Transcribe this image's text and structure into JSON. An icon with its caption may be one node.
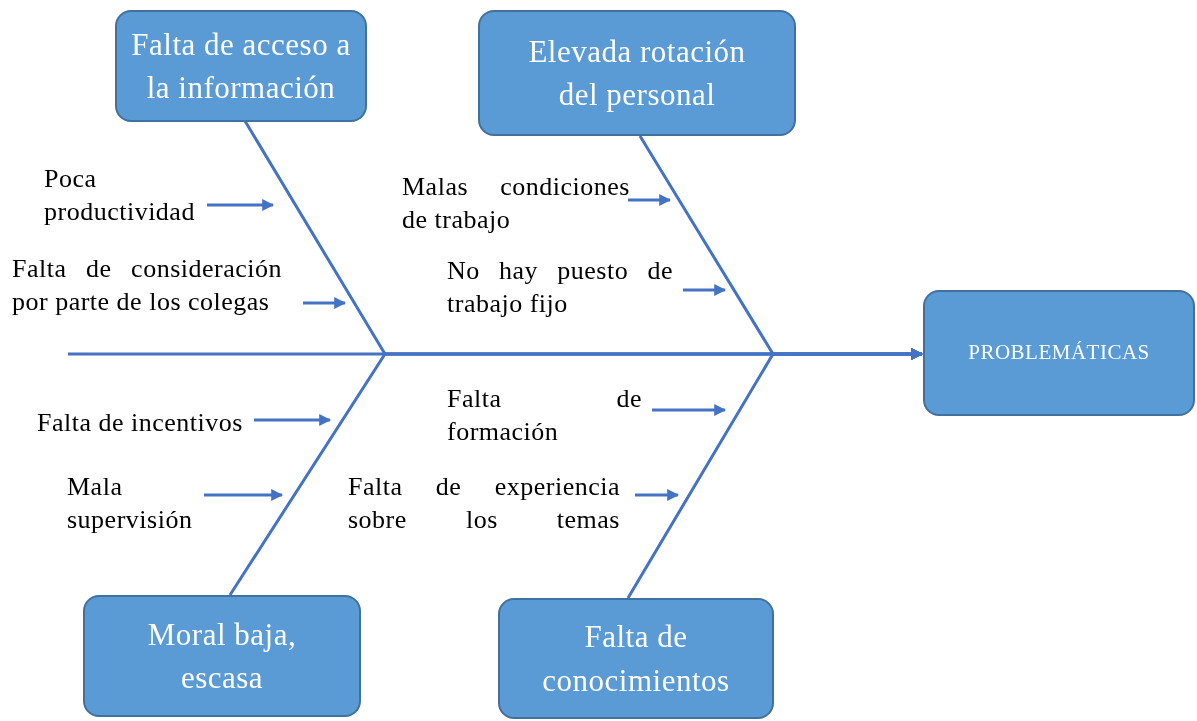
{
  "diagram": {
    "nodes": [
      {
        "text": [
          "Falta de acceso a la información"
        ]
      },
      {
        "text": [
          "Elevada rotación del personal"
        ]
      },
      {
        "text": [
          "PROBLEMÁTICAS"
        ]
      },
      {
        "text": [
          "Moral baja, escasa"
        ]
      },
      {
        "text": [
          "Falta de conocimientos"
        ]
      },
      {
        "text": [
          "Poca productividad"
        ]
      },
      {
        "text": [
          "Falta de consideración por parte de los colegas"
        ]
      },
      {
        "text": [
          "Malas condiciones de trabajo"
        ]
      },
      {
        "text": [
          "No hay puesto de trabajo fijo"
        ]
      },
      {
        "text": [
          "Falta de incentivos"
        ]
      },
      {
        "text": [
          "Mala supervisión"
        ]
      },
      {
        "text": [
          "Falta de formación"
        ]
      },
      {
        "text": [
          "Falta de experiencia sobre los temas"
        ]
      }
    ],
    "edges": [
      {
        "from": 0,
        "to": 2,
        "arrow": "to"
      },
      {
        "from": 1,
        "to": 2,
        "arrow": "to"
      },
      {
        "from": 3,
        "to": 2,
        "arrow": "to"
      },
      {
        "from": 4,
        "to": 2,
        "arrow": "to"
      },
      {
        "from": null,
        "to": 2,
        "arrow": "to"
      },
      {
        "from": 5,
        "to": null,
        "arrow": "to"
      },
      {
        "from": 6,
        "to": null,
        "arrow": "to"
      },
      {
        "from": 7,
        "to": null,
        "arrow": "to"
      },
      {
        "from": 8,
        "to": null,
        "arrow": "to"
      },
      {
        "from": 9,
        "to": null,
        "arrow": "to"
      },
      {
        "from": 10,
        "to": null,
        "arrow": "to"
      },
      {
        "from": 11,
        "to": null,
        "arrow": "to"
      },
      {
        "from": 12,
        "to": null,
        "arrow": "to"
      }
    ]
  }
}
